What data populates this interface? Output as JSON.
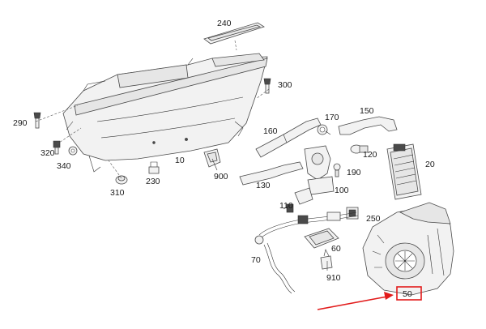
{
  "colors": {
    "highlight": "#e21b1b",
    "line": "#4a4a4a",
    "fill": "#f2f2f2"
  },
  "labels": {
    "p10": "10",
    "p20": "20",
    "p50": "50",
    "p60": "60",
    "p70": "70",
    "p100": "100",
    "p110": "110",
    "p120": "120",
    "p130": "130",
    "p150": "150",
    "p160": "160",
    "p170": "170",
    "p190": "190",
    "p230": "230",
    "p240": "240",
    "p250": "250",
    "p290": "290",
    "p300": "300",
    "p310": "310",
    "p320": "320",
    "p340": "340",
    "p900": "900",
    "p910": "910"
  },
  "highlighted_part": "50"
}
